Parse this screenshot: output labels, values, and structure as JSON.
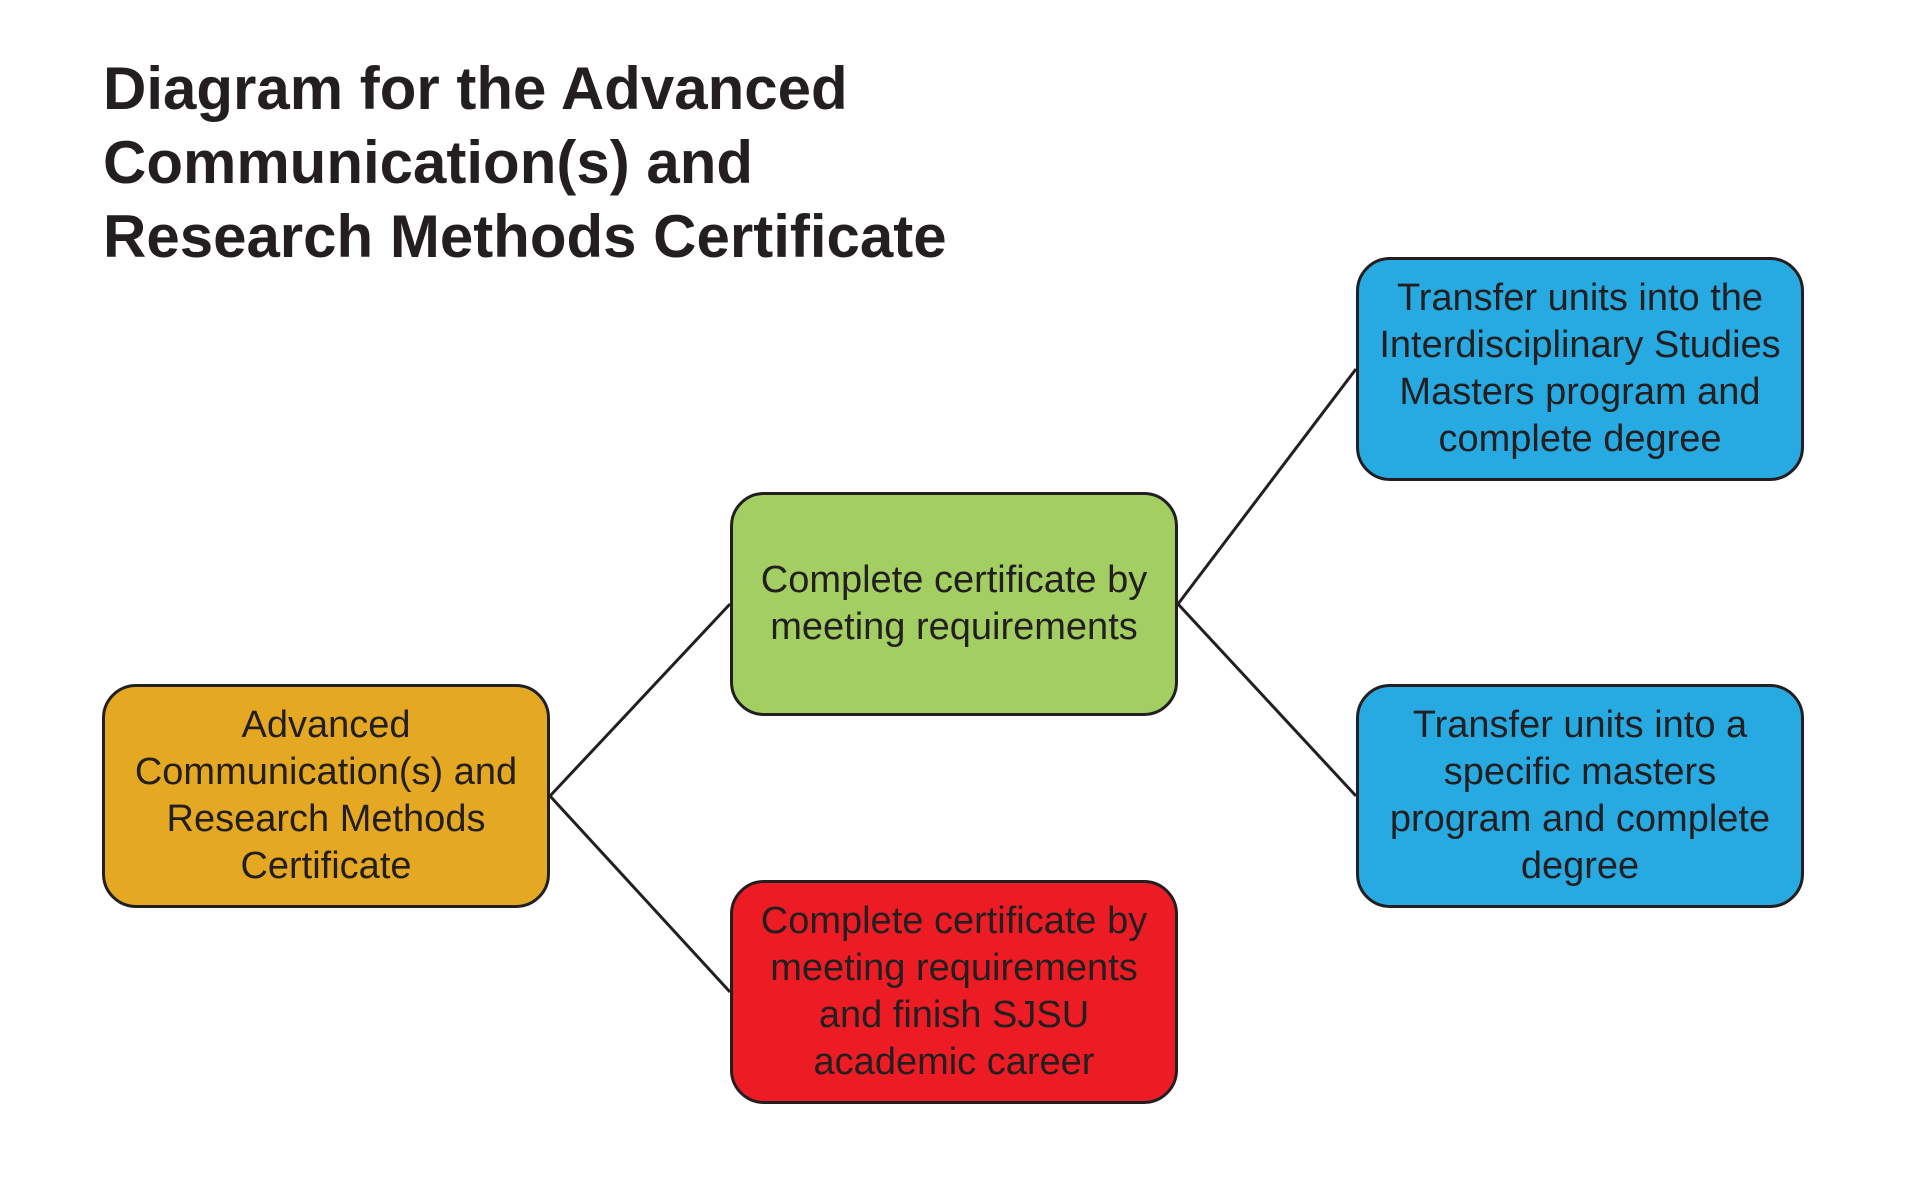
{
  "title": {
    "lines": [
      "Diagram for the Advanced",
      "Communication(s) and",
      "Research Methods Certificate"
    ]
  },
  "nodes": {
    "root": {
      "lines": [
        "Advanced",
        "Communication(s) and",
        "Research Methods",
        "Certificate"
      ],
      "color": "#e5a823"
    },
    "complete": {
      "lines": [
        "Complete certificate by",
        "meeting requirements"
      ],
      "color": "#a3cf62"
    },
    "finish": {
      "lines": [
        "Complete certificate by",
        "meeting requirements",
        "and finish SJSU",
        "academic career"
      ],
      "color": "#ed1c24"
    },
    "interdisciplinary": {
      "lines": [
        "Transfer units into the",
        "Interdisciplinary Studies",
        "Masters program and",
        "complete degree"
      ],
      "color": "#27aae1"
    },
    "specific": {
      "lines": [
        "Transfer units into a",
        "specific masters",
        "program and complete",
        "degree"
      ],
      "color": "#27aae1"
    }
  },
  "edges": [
    {
      "from": "root",
      "to": "complete"
    },
    {
      "from": "root",
      "to": "finish"
    },
    {
      "from": "complete",
      "to": "interdisciplinary"
    },
    {
      "from": "complete",
      "to": "specific"
    }
  ],
  "line_color": "#231f20"
}
